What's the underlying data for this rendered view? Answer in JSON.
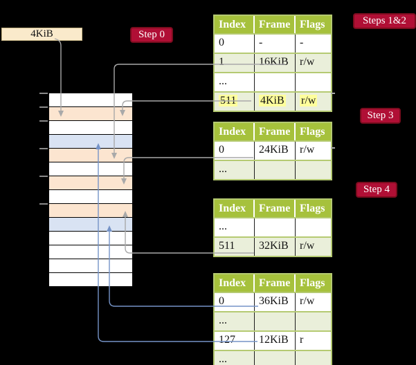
{
  "diagram": {
    "frame_box": {
      "label": "4KiB"
    },
    "steps": [
      {
        "text": "Step 0"
      },
      {
        "text": "Steps 1&2"
      },
      {
        "text": "Step 3"
      },
      {
        "text": "Step 4"
      }
    ]
  },
  "tables": [
    {
      "headers": [
        "Index",
        "Frame",
        "Flags"
      ],
      "rows": [
        [
          "0",
          "-",
          "-"
        ],
        [
          "1",
          "16KiB",
          "r/w"
        ],
        [
          "...",
          "",
          ""
        ],
        [
          "511",
          "4KiB",
          "r/w"
        ]
      ],
      "highlight_row": 3
    },
    {
      "headers": [
        "Index",
        "Frame",
        "Flags"
      ],
      "rows": [
        [
          "0",
          "24KiB",
          "r/w"
        ],
        [
          "...",
          "",
          ""
        ]
      ]
    },
    {
      "headers": [
        "Index",
        "Frame",
        "Flags"
      ],
      "rows": [
        [
          "...",
          "",
          ""
        ],
        [
          "511",
          "32KiB",
          "r/w"
        ]
      ]
    },
    {
      "headers": [
        "Index",
        "Frame",
        "Flags"
      ],
      "rows": [
        [
          "0",
          "36KiB",
          "r/w"
        ],
        [
          "...",
          "",
          ""
        ],
        [
          "127",
          "12KiB",
          "r"
        ],
        [
          "...",
          "",
          ""
        ]
      ]
    }
  ],
  "memory": {
    "row_pattern": [
      "w",
      "o",
      "w",
      "b",
      "o",
      "w",
      "o",
      "w",
      "o",
      "b",
      "w",
      "w",
      "w",
      "w"
    ],
    "tick_ys": [
      134,
      154,
      174,
      214,
      254,
      294
    ]
  },
  "colors": {
    "background": "#000000",
    "peach_row": "#fce5d0",
    "blue_row": "#d9e3f3",
    "crimson_label": "#b00f35",
    "header_green": "#a6c13c",
    "shaded_row_green": "#eaefda",
    "highlight_yellow": "#ffff9c",
    "gray_line": "#a9a9a9",
    "blue_line": "#7593c7",
    "frame_box_cream": "#faeacb"
  }
}
